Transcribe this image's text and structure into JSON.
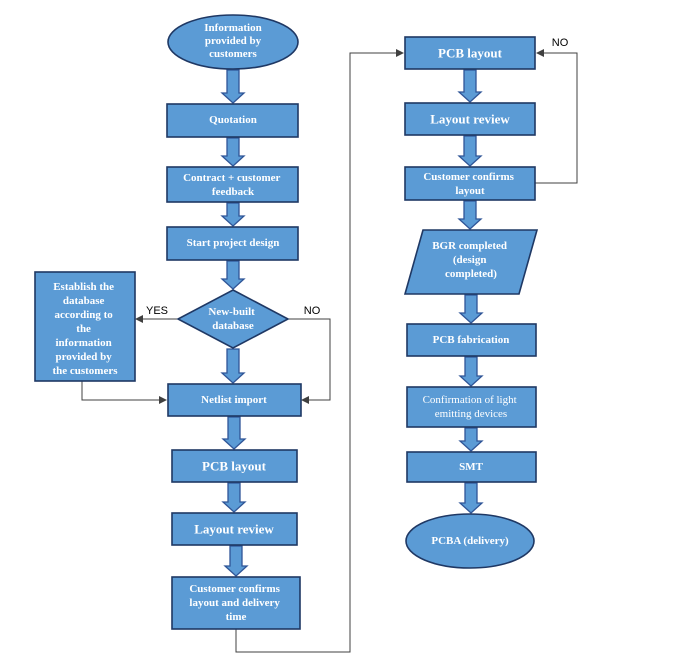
{
  "nodes": {
    "info": "Information provided by customers",
    "quotation": "Quotation",
    "contract": "Contract + customer feedback",
    "start_design": "Start project design",
    "new_db": "New-built database",
    "establish_db": "Establish the database according to the information provided by the customers",
    "netlist": "Netlist import",
    "pcb_layout_1": "PCB layout",
    "layout_review_1": "Layout review",
    "confirm_delivery": "Customer confirms layout and delivery time",
    "pcb_layout_2": "PCB layout",
    "layout_review_2": "Layout review",
    "confirm_layout": "Customer confirms layout",
    "bgr": "BGR completed (design completed)",
    "fabrication": "PCB fabrication",
    "light_devices": "Confirmation of light emitting devices",
    "smt": "SMT",
    "pcba": "PCBA (delivery)"
  },
  "labels": {
    "yes": "YES",
    "no_db": "NO",
    "no_confirm": "NO"
  },
  "colors": {
    "node_fill": "#5b9bd5",
    "node_border": "#1f3864",
    "text": "#ffffff",
    "connector": "#404040"
  }
}
